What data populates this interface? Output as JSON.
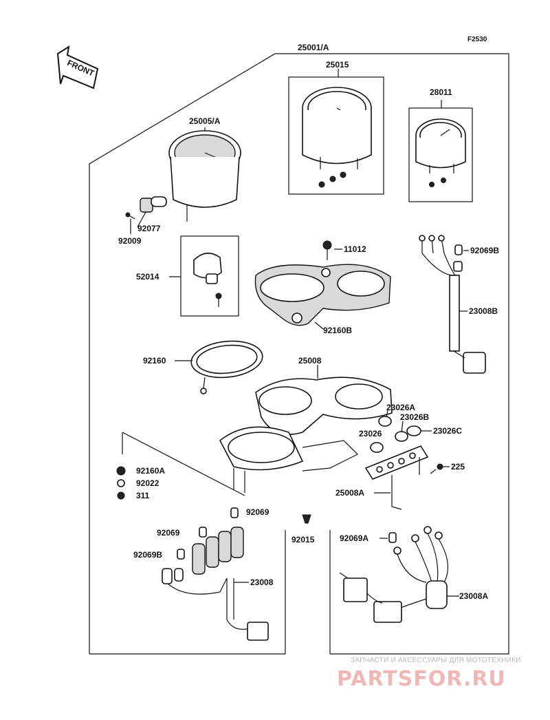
{
  "figure_code": "F2530",
  "front_label": "FRONT",
  "watermark": {
    "tagline": "ЗАПЧАСТИ И АКСЕССУАРЫ ДЛЯ МОТОТЕХНИКИ",
    "logo": "PARTSFOR.RU"
  },
  "part_labels": {
    "p25001a": "25001/A",
    "p25015": "25015",
    "p28011": "28011",
    "p25005a": "25005/A",
    "p92077": "92077",
    "p92009": "92009",
    "p11012": "11012",
    "p92069b_top": "92069B",
    "p52014": "52014",
    "p23008b": "23008B",
    "p92160b": "92160B",
    "p92160": "92160",
    "p25008": "25008",
    "p23026a": "23026A",
    "p23026b": "23026B",
    "p23026": "23026",
    "p23026c": "23026C",
    "p92160a": "92160A",
    "p92022": "92022",
    "p311": "311",
    "p225": "225",
    "p25008a": "25008A",
    "p92069_top": "92069",
    "p92069_mid": "92069",
    "p92015": "92015",
    "p92069a": "92069A",
    "p92069b_low": "92069B",
    "p23008": "23008",
    "p23008a": "23008A"
  }
}
